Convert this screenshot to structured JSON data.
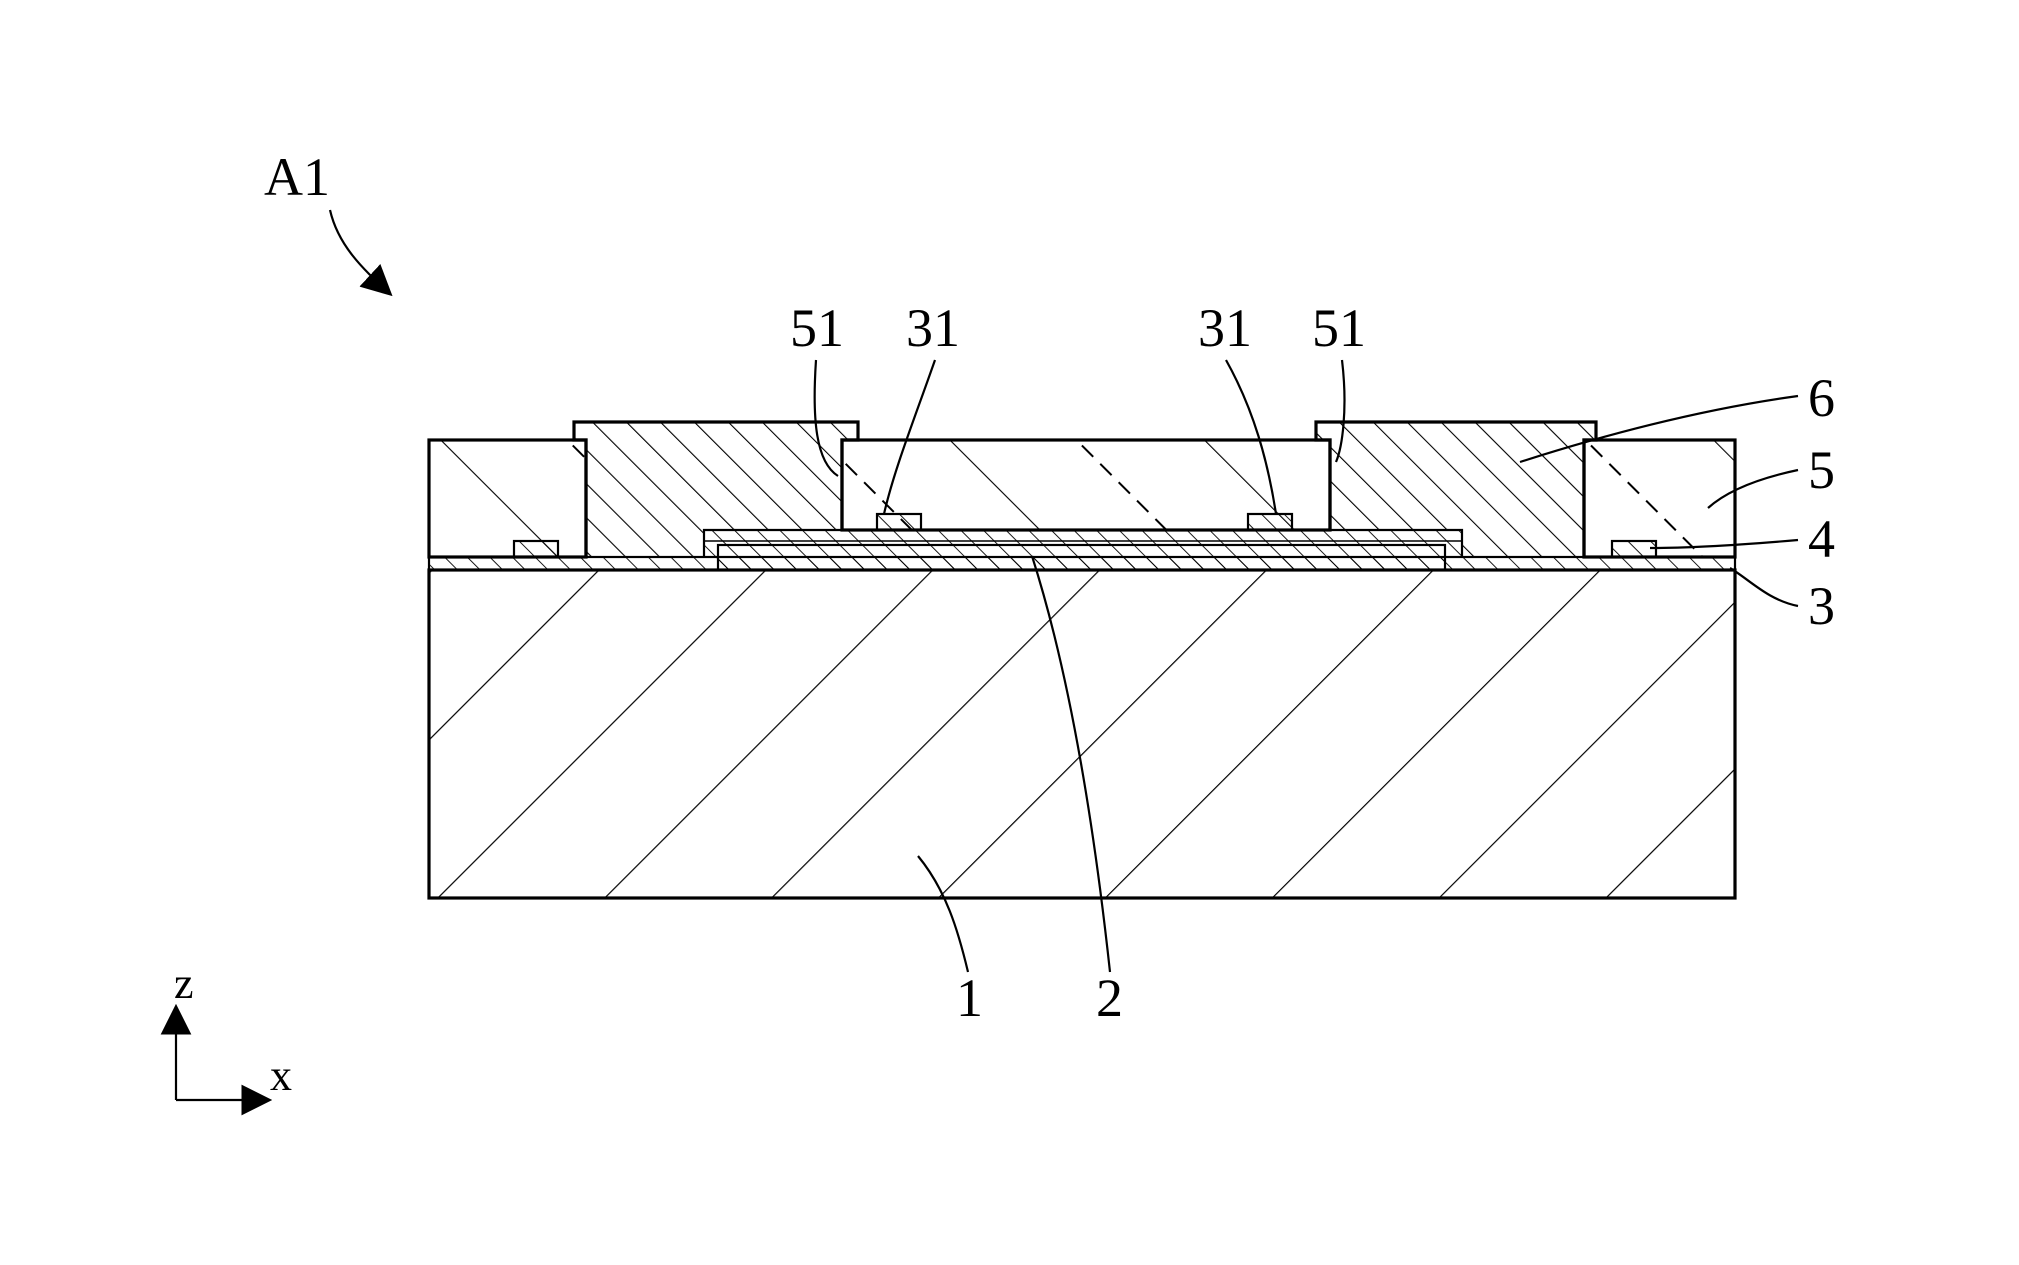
{
  "figure": {
    "assembly_label": "A1",
    "axes": {
      "vertical": "z",
      "horizontal": "x"
    },
    "labels": {
      "opening_left": "51",
      "electrode_left": "31",
      "electrode_right": "31",
      "opening_right": "51",
      "part_6": "6",
      "part_5": "5",
      "part_4": "4",
      "part_3": "3",
      "part_1": "1",
      "part_2": "2"
    }
  }
}
